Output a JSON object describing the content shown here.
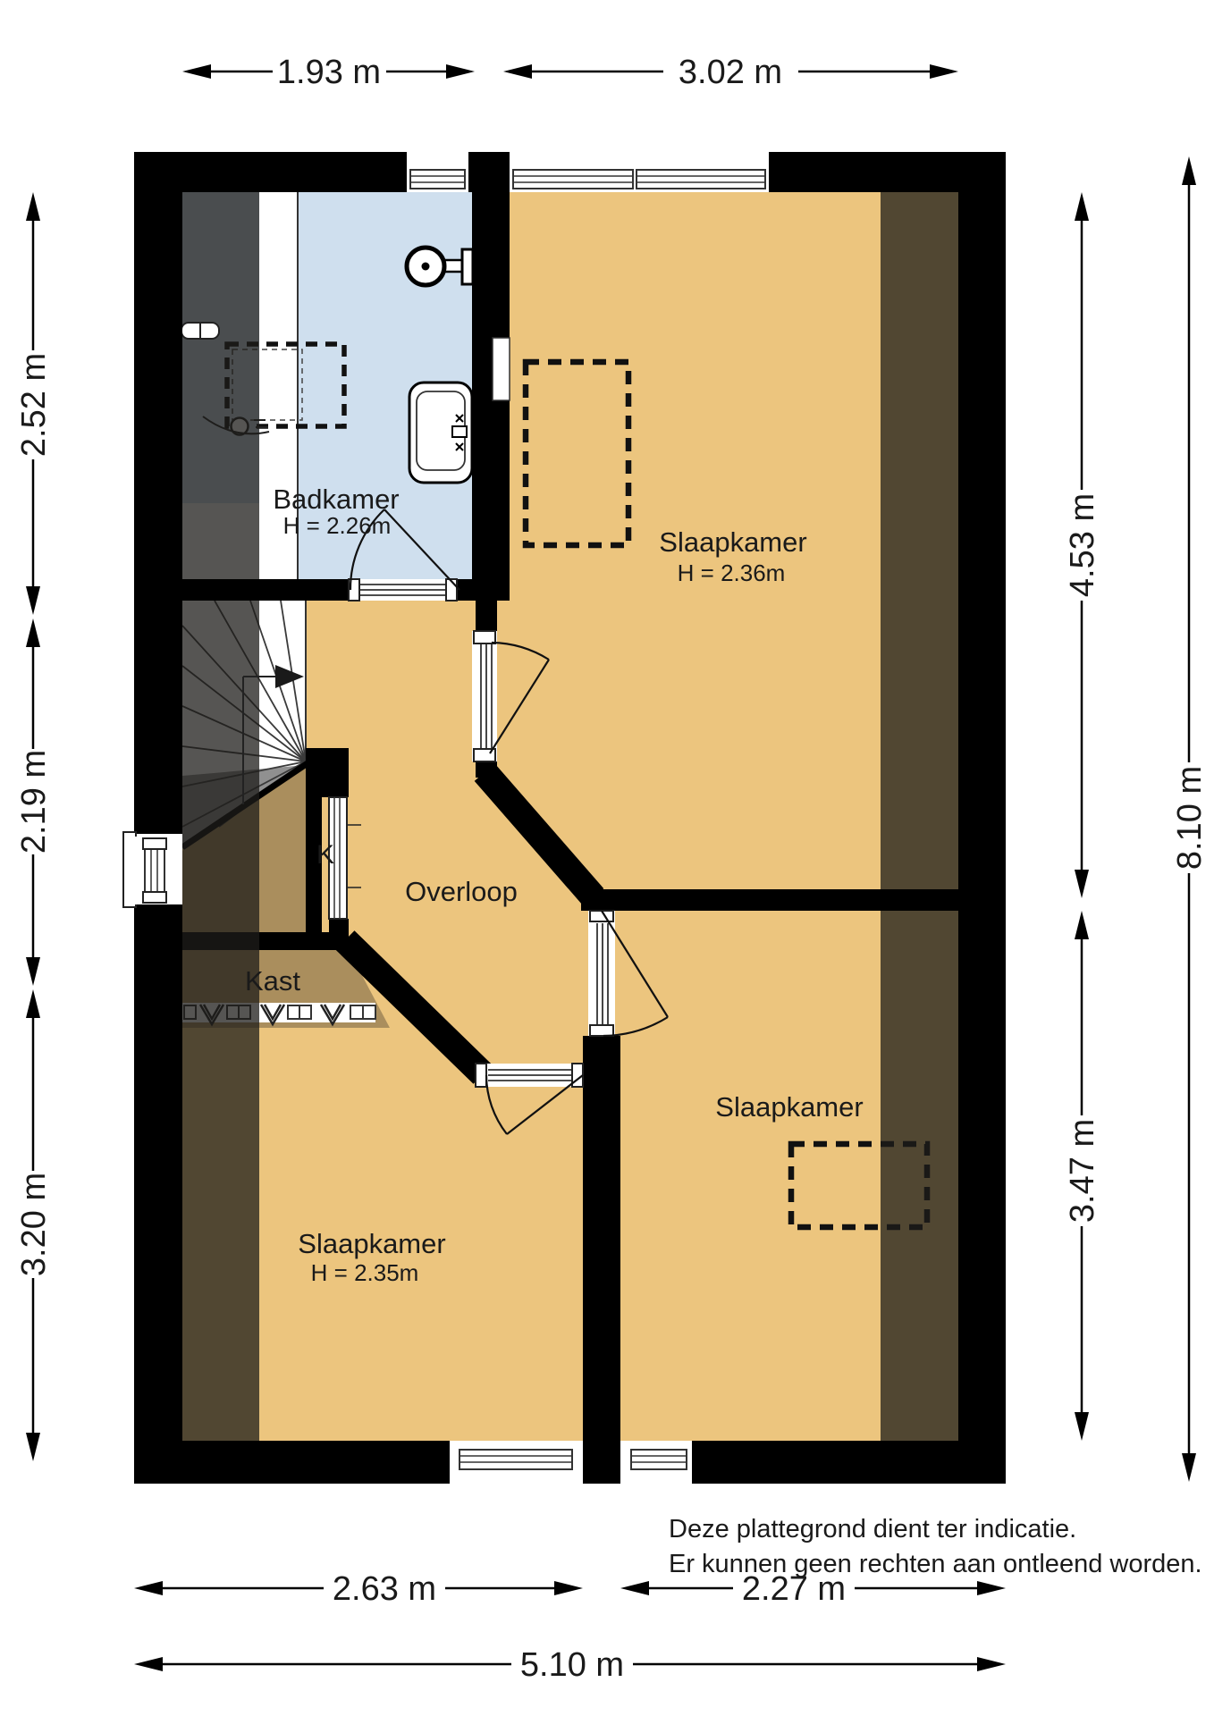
{
  "colors": {
    "floor": "#ecc57e",
    "bathroom_floor": "#cfdfee",
    "wall": "#000000",
    "low_ceiling_overlay": "rgba(30,28,25,0.75)",
    "reduced_ceiling_overlay": "rgba(30,28,25,0.32)"
  },
  "rooms": {
    "badkamer": {
      "name": "Badkamer",
      "ceiling": "H = 2.26m"
    },
    "slaapkamer_boven": {
      "name": "Slaapkamer",
      "ceiling": "H = 2.36m"
    },
    "overloop": {
      "name": "Overloop"
    },
    "kast": {
      "name": "Kast",
      "door_label": "K"
    },
    "slaapkamer_linksonder": {
      "name": "Slaapkamer",
      "ceiling": "H = 2.35m"
    },
    "slaapkamer_rechtsonder": {
      "name": "Slaapkamer"
    }
  },
  "dimensions": {
    "top": [
      "1.93 m",
      "3.02 m"
    ],
    "left": [
      "2.52 m",
      "2.19 m",
      "3.20 m"
    ],
    "right": [
      "4.53 m",
      "3.47 m",
      "8.10 m"
    ],
    "bottom": [
      "2.63 m",
      "2.27 m",
      "5.10 m"
    ]
  },
  "disclaimer": {
    "line1": "Deze plattegrond dient ter indicatie.",
    "line2": "Er kunnen geen rechten aan ontleend worden."
  }
}
